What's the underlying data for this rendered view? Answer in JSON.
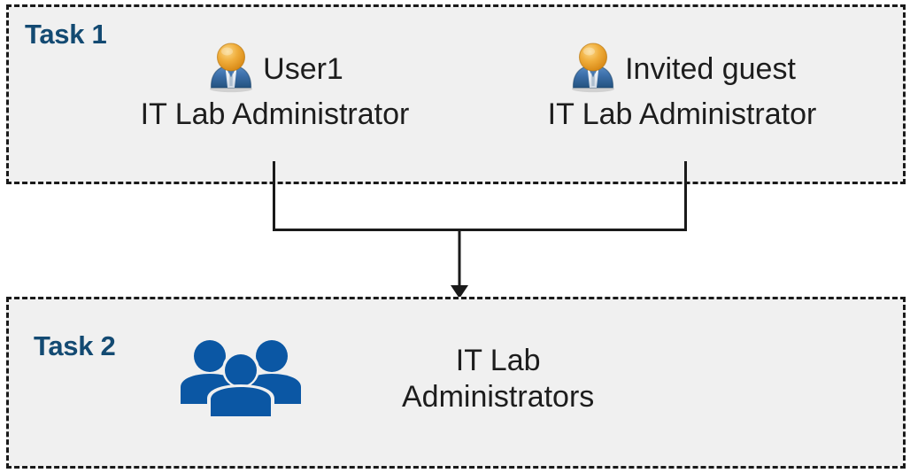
{
  "diagram": {
    "title": "Task 1 and Task 2 group membership diagram",
    "background_color": "#ffffff",
    "box_fill_color": "#f0f0f0",
    "box_border_color": "#1a1a1a",
    "label_color": "#134a72",
    "text_color": "#1d1d1d",
    "group_icon_color": "#0b57a4"
  },
  "task1": {
    "label": "Task 1",
    "people": [
      {
        "icon": "user-icon",
        "name": "User1",
        "role": "IT Lab Administrator"
      },
      {
        "icon": "user-icon",
        "name": "Invited guest",
        "role": "IT Lab Administrator"
      }
    ]
  },
  "task2": {
    "label": "Task 2",
    "group": {
      "icon": "group-of-people-icon",
      "name": "IT Lab\nAdministrators"
    }
  },
  "connector": {
    "type": "merge-arrow",
    "from": [
      "User1",
      "Invited guest"
    ],
    "to": "IT Lab Administrators",
    "color": "#1a1a1a"
  }
}
